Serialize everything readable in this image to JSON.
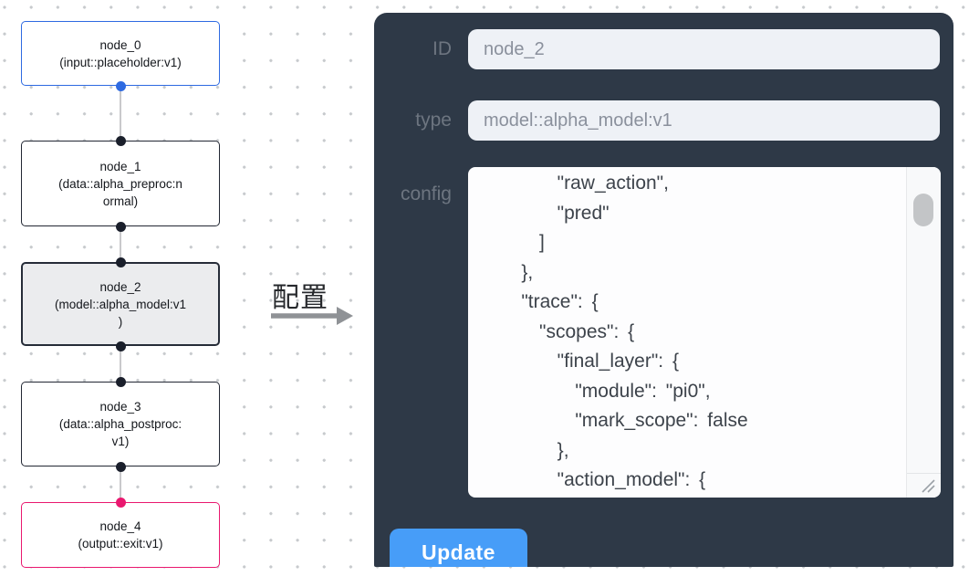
{
  "flow": {
    "nodes": [
      {
        "id": "node_0",
        "label": "node_0\n(input::placeholder:v1)",
        "variant": "input"
      },
      {
        "id": "node_1",
        "label": "node_1\n(data::alpha_preproc:n\normal)",
        "variant": "default"
      },
      {
        "id": "node_2",
        "label": "node_2\n(model::alpha_model:v1\n)",
        "variant": "selected"
      },
      {
        "id": "node_3",
        "label": "node_3\n(data::alpha_postproc:\nv1)",
        "variant": "default"
      },
      {
        "id": "node_4",
        "label": "node_4\n(output::exit:v1)",
        "variant": "output"
      }
    ],
    "annotation": {
      "label": "配置"
    },
    "colors": {
      "input_node_border": "#2e6ae1",
      "output_node_border": "#e9186f",
      "default_node_border": "#222733",
      "selected_node_bg": "#ebecee",
      "edge": "#c9c9cc",
      "port": "#1a1f2b"
    }
  },
  "panel": {
    "bg": "#2e3947",
    "fields": {
      "id": {
        "label": "ID",
        "value": "node_2"
      },
      "type": {
        "label": "type",
        "value": "model::alpha_model:v1"
      },
      "config": {
        "label": "config",
        "value": "        \"raw_action\",\n        \"pred\"\n      ]\n    },\n    \"trace\": {\n      \"scopes\": {\n        \"final_layer\": {\n          \"module\": \"pi0\",\n          \"mark_scope\": false\n        },\n        \"action_model\": {"
      }
    },
    "update_label": "Update",
    "accent": "#479df8"
  }
}
